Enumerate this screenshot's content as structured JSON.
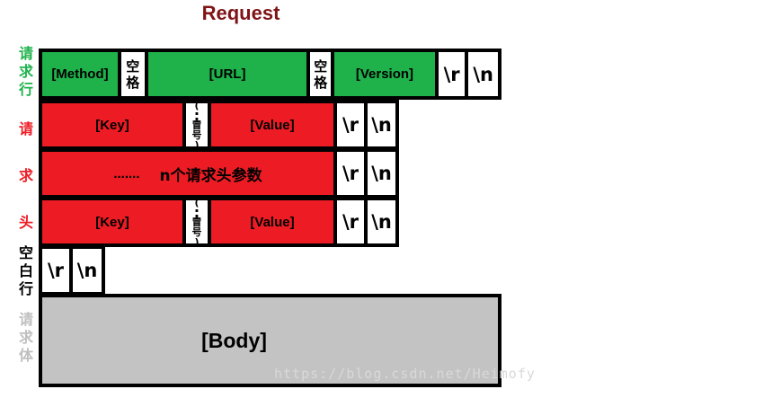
{
  "title": "Request",
  "side_labels": {
    "request_line": [
      "请",
      "求",
      "行"
    ],
    "header_1": "请",
    "header_2": "求",
    "header_3": "头",
    "blank_line": [
      "空",
      "白",
      "行"
    ],
    "body": [
      "请",
      "求",
      "体"
    ]
  },
  "request_line": {
    "method": "[Method]",
    "space": [
      "空",
      "格"
    ],
    "url": "[URL]",
    "version": "[Version]",
    "cr": "\\r",
    "lf": "\\n"
  },
  "header_row_1": {
    "key": "[Key]",
    "colon": ":",
    "colon_note": [
      "(",
      "冒",
      "号",
      ")"
    ],
    "value": "[Value]",
    "cr": "\\r",
    "lf": "\\n"
  },
  "header_row_2": {
    "dots": ".......",
    "text": "n个请求头参数",
    "cr": "\\r",
    "lf": "\\n"
  },
  "header_row_3": {
    "key": "[Key]",
    "colon": ":",
    "colon_note": [
      "(",
      "冒",
      "号",
      ")"
    ],
    "value": "[Value]",
    "cr": "\\r",
    "lf": "\\n"
  },
  "blank_line": {
    "cr": "\\r",
    "lf": "\\n"
  },
  "body": {
    "label": "[Body]"
  },
  "watermark": "https://blog.csdn.net/Heimofy",
  "colors": {
    "title": "#7f1417",
    "request_line": "#1fb24b",
    "headers": "#ed1c24",
    "body": "#c3c3c3",
    "side_line": "#1fb24b",
    "side_headers": "#ed1c24",
    "side_blank": "#000000",
    "side_body": "#bfbfbf"
  }
}
